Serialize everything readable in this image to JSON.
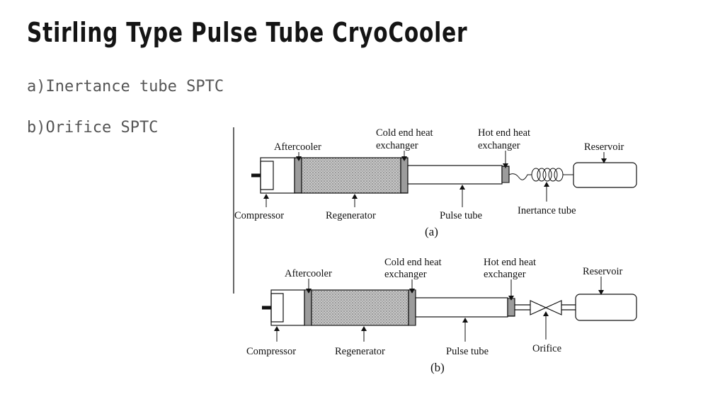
{
  "slide": {
    "title": "Stirling Type Pulse Tube CryoCooler",
    "bullets": [
      "a)Inertance tube SPTC",
      "b)Orifice SPTC"
    ]
  },
  "diagram_a": {
    "caption": "(a)",
    "labels": {
      "aftercooler": "Aftercooler",
      "cold_end_1": "Cold end heat",
      "cold_end_2": "exchanger",
      "hot_end_1": "Hot end heat",
      "hot_end_2": "exchanger",
      "reservoir": "Reservoir",
      "compressor": "Compressor",
      "regenerator": "Regenerator",
      "pulse_tube": "Pulse tube",
      "inertance_tube": "Inertance tube"
    }
  },
  "diagram_b": {
    "caption": "(b)",
    "labels": {
      "aftercooler": "Aftercooler",
      "cold_end_1": "Cold end heat",
      "cold_end_2": "exchanger",
      "hot_end_1": "Hot end heat",
      "hot_end_2": "exchanger",
      "reservoir": "Reservoir",
      "compressor": "Compressor",
      "regenerator": "Regenerator",
      "pulse_tube": "Pulse tube",
      "orifice": "Orifice"
    }
  }
}
